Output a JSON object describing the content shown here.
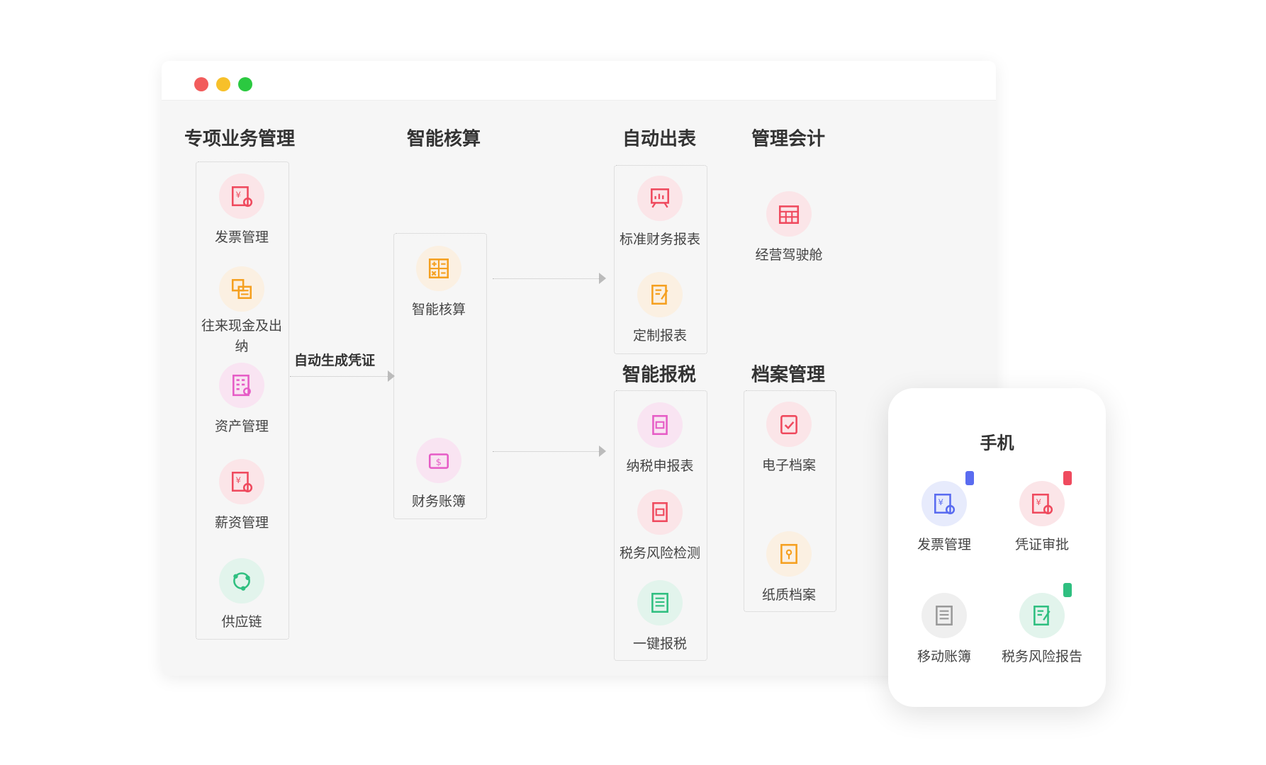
{
  "window": {
    "dots": [
      "#f25c5c",
      "#f7c02a",
      "#2bc940"
    ]
  },
  "sections": {
    "special": "专项业务管理",
    "accounting": "智能核算",
    "reports": "自动出表",
    "mgmt": "管理会计",
    "tax": "智能报税",
    "archive": "档案管理"
  },
  "arrow_label": "自动生成凭证",
  "items": {
    "invoice": "发票管理",
    "cash": "往来现金及出纳",
    "asset": "资产管理",
    "salary": "薪资管理",
    "supply": "供应链",
    "calc": "智能核算",
    "books": "财务账簿",
    "std_report": "标准财务报表",
    "custom_report": "定制报表",
    "cockpit": "经营驾驶舱",
    "tax_return": "纳税申报表",
    "tax_risk": "税务风险检测",
    "one_click": "一键报税",
    "e_archive": "电子档案",
    "paper_archive": "纸质档案"
  },
  "phone": {
    "title": "手机",
    "items": {
      "invoice": "发票管理",
      "voucher": "凭证审批",
      "books": "移动账簿",
      "risk_report": "税务风险报告"
    }
  },
  "colors": {
    "pink": [
      "#fbe5e8",
      "#ef4a5e"
    ],
    "orange": [
      "#fbf0e2",
      "#f5a020"
    ],
    "magenta": [
      "#f9e4f2",
      "#e65cc6"
    ],
    "green": [
      "#e2f4ec",
      "#2fbf80"
    ],
    "blue": [
      "#e7ebfc",
      "#5a6cf0"
    ],
    "gray": [
      "#efefef",
      "#999999"
    ]
  }
}
